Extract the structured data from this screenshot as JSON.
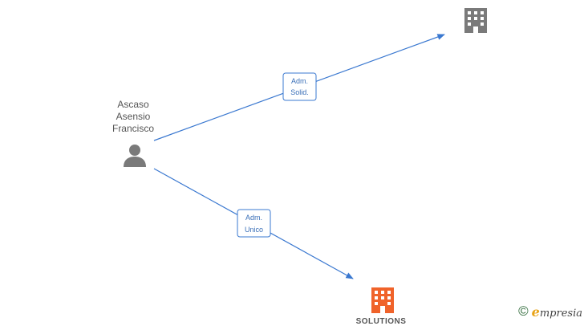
{
  "person": {
    "name_lines": [
      "Ascaso",
      "Asensio",
      "Francisco"
    ]
  },
  "edges": [
    {
      "label_lines": [
        "Adm.",
        "Solid."
      ]
    },
    {
      "label_lines": [
        "Adm.",
        "Unico"
      ]
    }
  ],
  "companies": [
    {
      "name": "",
      "icon": "building-icon",
      "color": "#7a7a7a"
    },
    {
      "name": "SOLUTIONS",
      "icon": "building-icon",
      "color": "#f0632a"
    }
  ],
  "colors": {
    "edge": "#3a78d0",
    "label_border": "#3a78d0",
    "label_bg": "#ffffff",
    "label_text": "#3a6fb8",
    "person_icon": "#7a7a7a"
  },
  "watermark": {
    "symbol": "©",
    "brand_initial": "e",
    "brand_rest": "mpresia"
  }
}
